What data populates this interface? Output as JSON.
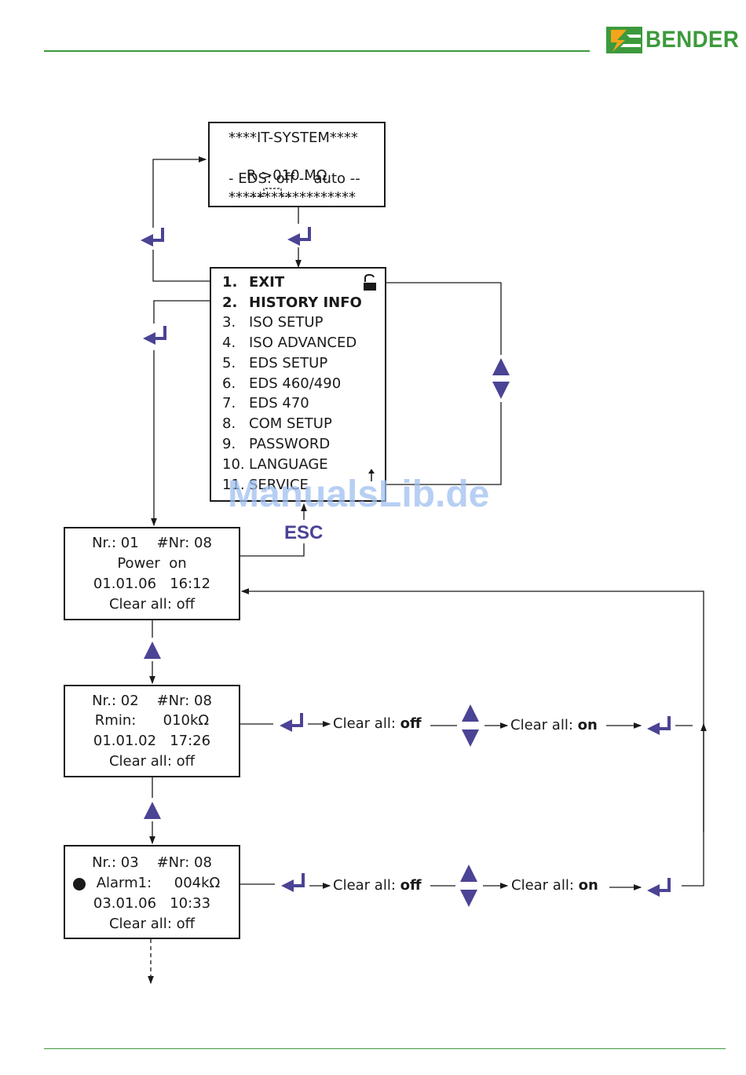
{
  "header": {
    "brand": "BENDER",
    "logo_color": "#3c9a3c"
  },
  "colors": {
    "accent": "#4b4394",
    "lines": "#1a1a1a",
    "rule": "#3c9a3c",
    "watermark": "#9fc0ef"
  },
  "it_system": {
    "line1": "****IT-SYSTEM****",
    "line2": "R >010 MΩ",
    "line3": "- EDS: off -- auto --",
    "line4": "******************"
  },
  "menu": {
    "items": [
      {
        "num": "1.",
        "label": "EXIT"
      },
      {
        "num": "2.",
        "label": "HISTORY INFO"
      },
      {
        "num": "3.",
        "label": "ISO SETUP"
      },
      {
        "num": "4.",
        "label": "ISO ADVANCED"
      },
      {
        "num": "5.",
        "label": "EDS SETUP"
      },
      {
        "num": "6.",
        "label": "EDS 460/490"
      },
      {
        "num": "7.",
        "label": "EDS 470"
      },
      {
        "num": "8.",
        "label": "COM SETUP"
      },
      {
        "num": "9.",
        "label": "PASSWORD"
      },
      {
        "num": "10.",
        "label": "LANGUAGE"
      },
      {
        "num": "11.",
        "label": "SERVICE"
      }
    ]
  },
  "esc_label": "ESC",
  "history": [
    {
      "line1": "Nr.: 01    #Nr: 08",
      "line2": "Power  on",
      "line3": "01.01.06   16:12",
      "line4": "Clear all: off"
    },
    {
      "line1": "Nr.: 02    #Nr: 08",
      "line2": "Rmin:      010kΩ",
      "line3": "01.01.02   17:26",
      "line4": "Clear all: off"
    },
    {
      "line1": "Nr.: 03    #Nr: 08",
      "line2": "Alarm1:     004kΩ",
      "line3": "03.01.06   10:33",
      "line4": "Clear all: off"
    }
  ],
  "clear_flow": {
    "prefix": "Clear all: ",
    "off": "off",
    "on": "on"
  },
  "watermark": "ManualsLib.de"
}
